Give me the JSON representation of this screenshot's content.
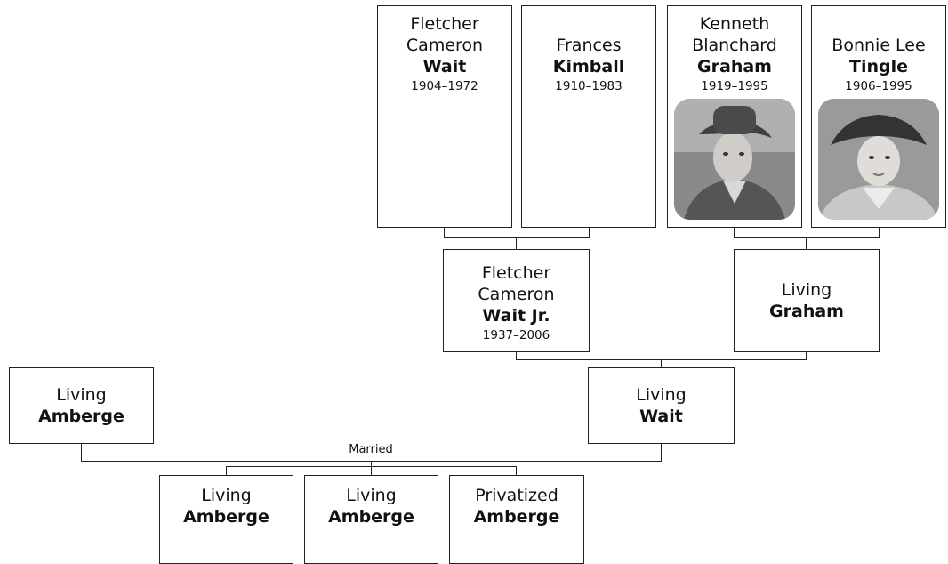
{
  "great_grandparents": [
    {
      "given": "Fletcher\nCameron",
      "surname": "Wait",
      "years": "1904–1972",
      "photo": false
    },
    {
      "given": "Frances",
      "surname": "Kimball",
      "years": "1910–1983",
      "photo": false
    },
    {
      "given": "Kenneth\nBlanchard",
      "surname": "Graham",
      "years": "1919–1995",
      "photo": true
    },
    {
      "given": "Bonnie Lee",
      "surname": "Tingle",
      "years": "1906–1995",
      "photo": true
    }
  ],
  "grandparents": [
    {
      "given": "Fletcher\nCameron",
      "surname": "Wait Jr.",
      "years": "1937–2006"
    },
    {
      "given": "Living",
      "surname": "Graham",
      "years": ""
    }
  ],
  "parents": [
    {
      "given": "Living",
      "surname": "Amberge"
    },
    {
      "given": "Living",
      "surname": "Wait"
    }
  ],
  "marriage_label": "Married",
  "children": [
    {
      "given": "Living",
      "surname": "Amberge"
    },
    {
      "given": "Living",
      "surname": "Amberge"
    },
    {
      "given": "Privatized",
      "surname": "Amberge"
    }
  ],
  "colors": {
    "border": "#222222",
    "background": "#ffffff",
    "text": "#111111"
  }
}
